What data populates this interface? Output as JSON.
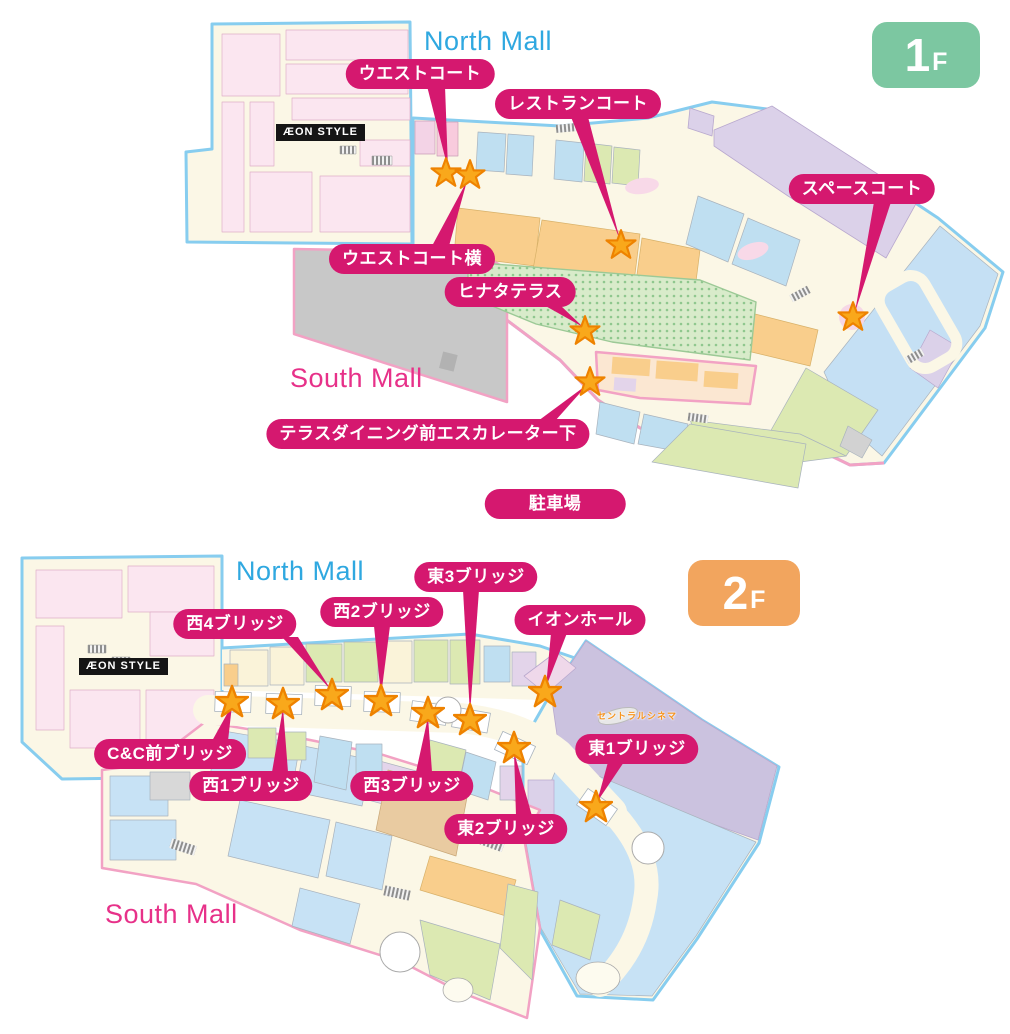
{
  "floor1": {
    "badge": {
      "number": "1",
      "suffix": "F"
    },
    "north_mall": "North Mall",
    "south_mall": "South Mall",
    "aeon_style": "ÆON STYLE",
    "labels": {
      "west_court": "ウエストコート",
      "restaurant_court": "レストランコート",
      "space_court": "スペースコート",
      "west_court_side": "ウエストコート横",
      "hinata_terrace": "ヒナタテラス",
      "terrace_dining": "テラスダイニング前エスカレーター下",
      "parking": "駐車場"
    }
  },
  "floor2": {
    "badge": {
      "number": "2",
      "suffix": "F"
    },
    "north_mall": "North Mall",
    "south_mall": "South Mall",
    "aeon_style": "ÆON STYLE",
    "central_cinema": "セントラルシネマ",
    "labels": {
      "east3": "東3ブリッジ",
      "west2": "西2ブリッジ",
      "west4": "西4ブリッジ",
      "aeon_hall": "イオンホール",
      "cc_front": "C&C前ブリッジ",
      "west1": "西1ブリッジ",
      "west3": "西3ブリッジ",
      "east1": "東1ブリッジ",
      "east2": "東2ブリッジ"
    }
  },
  "colors": {
    "label_magenta": "#D5186F",
    "north_mall_blue": "#2FA8E0",
    "south_mall_pink": "#E73189",
    "floor1_badge_green": "#7CC7A1",
    "floor2_badge_orange": "#F2A55E",
    "star_orange": "#F9A81B",
    "star_outline": "#EE8200",
    "north_border_blue": "#87CDEF",
    "south_border_pink": "#F2A2C4"
  }
}
